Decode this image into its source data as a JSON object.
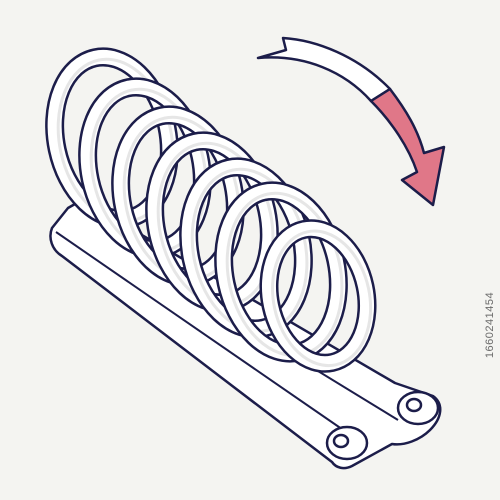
{
  "illustration": {
    "subject": "coil-spring-on-twin-rod-base",
    "stroke_color": "#1c1d4a",
    "fill_color": "#ffffff",
    "shade_color": "#e6e6e6",
    "background_color": "#f4f4f1",
    "arrow_accent_color": "#e07788",
    "arrow_direction": "clockwise",
    "coil_count": 7
  },
  "stock_id": "1660241454"
}
